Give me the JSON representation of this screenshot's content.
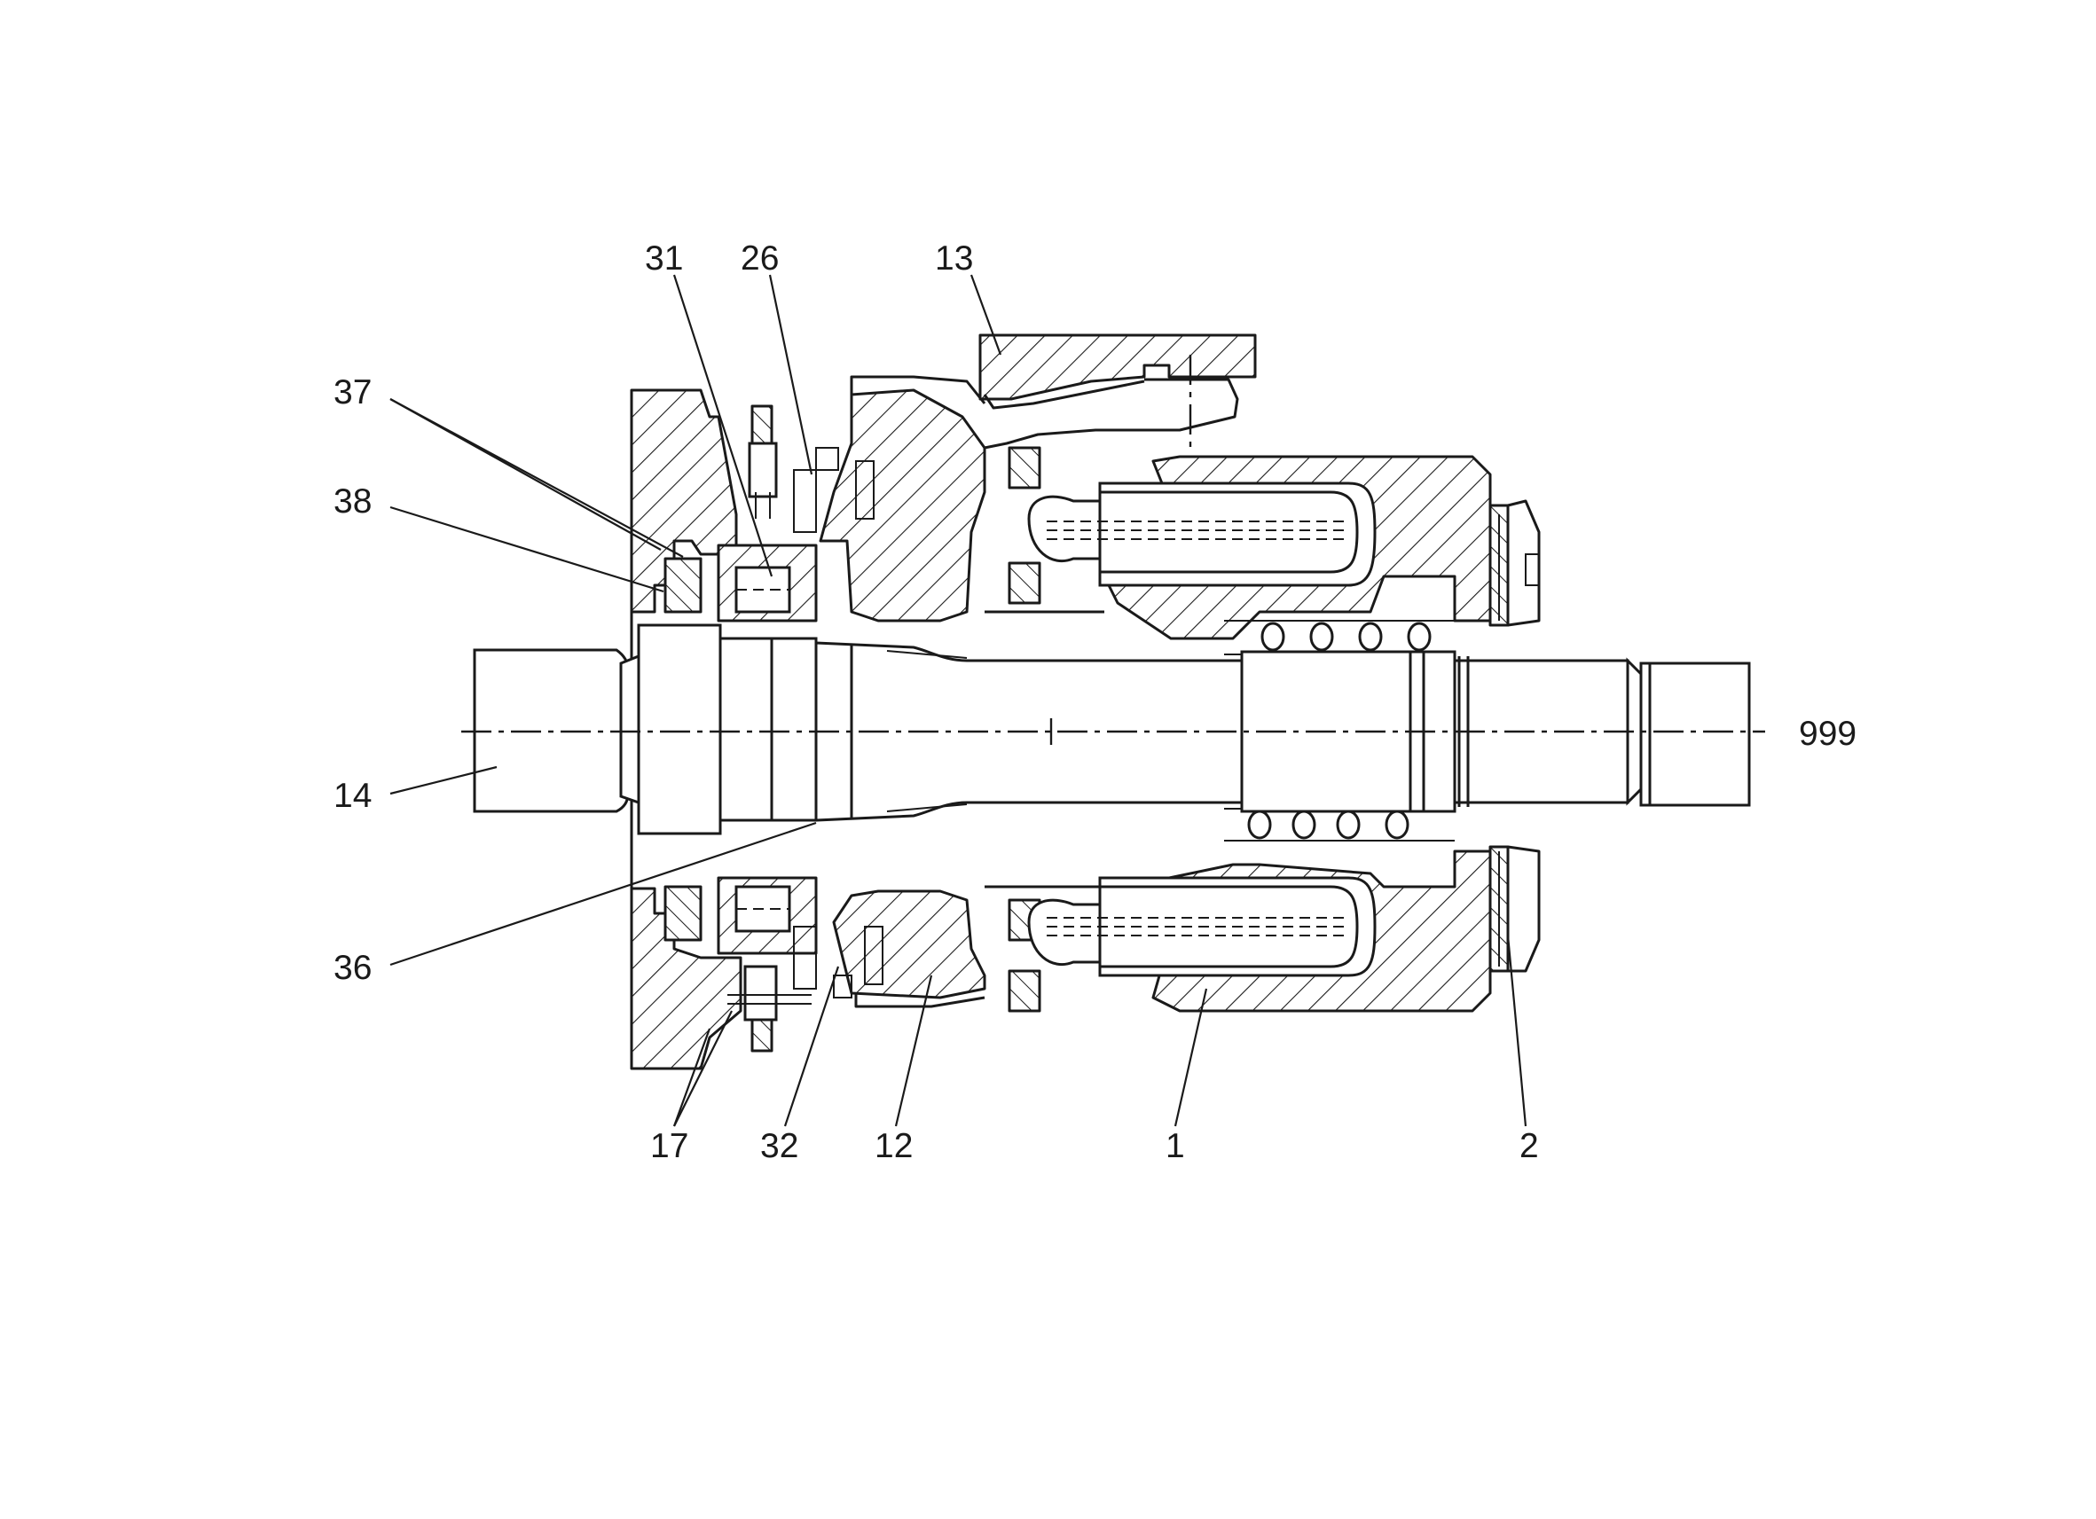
{
  "callouts": {
    "c31": "31",
    "c26": "26",
    "c13": "13",
    "c37": "37",
    "c38": "38",
    "c14": "14",
    "c999": "999",
    "c36": "36",
    "c17": "17",
    "c32": "32",
    "c12": "12",
    "c1": "1",
    "c2": "2"
  }
}
